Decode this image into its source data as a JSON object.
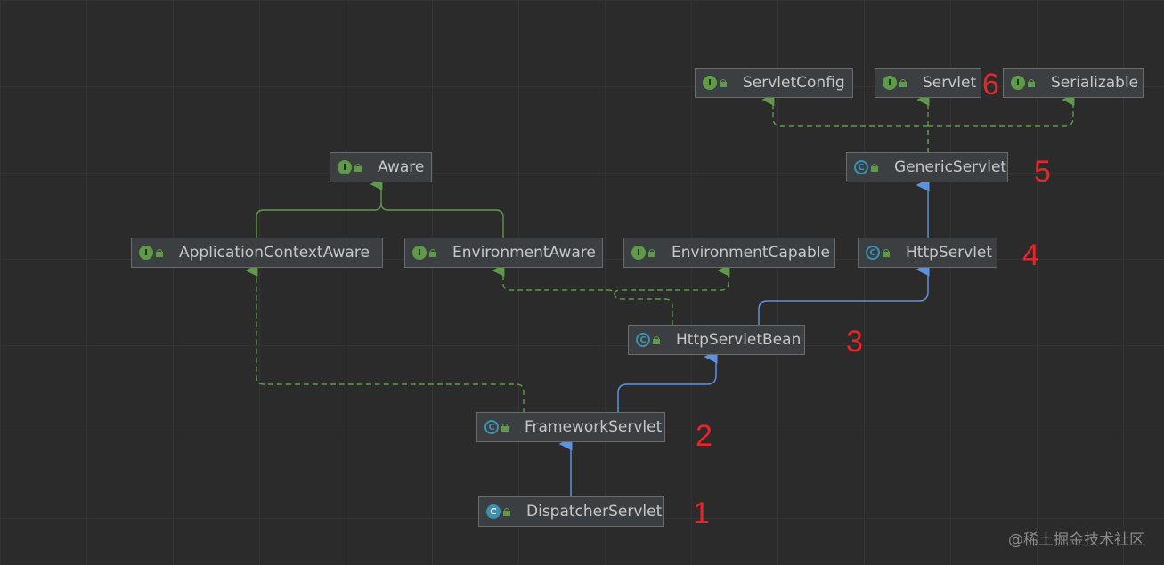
{
  "nodes": [
    {
      "id": "servlet-config",
      "label": "ServletConfig",
      "kind": "interface"
    },
    {
      "id": "servlet",
      "label": "Servlet",
      "kind": "interface"
    },
    {
      "id": "serializable",
      "label": "Serializable",
      "kind": "interface"
    },
    {
      "id": "generic-servlet",
      "label": "GenericServlet",
      "kind": "abstract-class"
    },
    {
      "id": "aware",
      "label": "Aware",
      "kind": "interface"
    },
    {
      "id": "application-context-aware",
      "label": "ApplicationContextAware",
      "kind": "interface"
    },
    {
      "id": "environment-aware",
      "label": "EnvironmentAware",
      "kind": "interface"
    },
    {
      "id": "environment-capable",
      "label": "EnvironmentCapable",
      "kind": "interface"
    },
    {
      "id": "http-servlet",
      "label": "HttpServlet",
      "kind": "abstract-class"
    },
    {
      "id": "http-servlet-bean",
      "label": "HttpServletBean",
      "kind": "abstract-class"
    },
    {
      "id": "framework-servlet",
      "label": "FrameworkServlet",
      "kind": "abstract-class"
    },
    {
      "id": "dispatcher-servlet",
      "label": "DispatcherServlet",
      "kind": "class"
    }
  ],
  "annotations": [
    {
      "for": "dispatcher-servlet",
      "text": "1"
    },
    {
      "for": "framework-servlet",
      "text": "2"
    },
    {
      "for": "http-servlet-bean",
      "text": "3"
    },
    {
      "for": "http-servlet",
      "text": "4"
    },
    {
      "for": "generic-servlet",
      "text": "5"
    },
    {
      "for": "servlet",
      "text": "6"
    }
  ],
  "edges": [
    {
      "from": "dispatcher-servlet",
      "to": "framework-servlet",
      "type": "extends"
    },
    {
      "from": "framework-servlet",
      "to": "http-servlet-bean",
      "type": "extends"
    },
    {
      "from": "framework-servlet",
      "to": "application-context-aware",
      "type": "implements"
    },
    {
      "from": "http-servlet-bean",
      "to": "http-servlet",
      "type": "extends"
    },
    {
      "from": "http-servlet-bean",
      "to": "environment-aware",
      "type": "implements"
    },
    {
      "from": "http-servlet-bean",
      "to": "environment-capable",
      "type": "implements"
    },
    {
      "from": "http-servlet",
      "to": "generic-servlet",
      "type": "extends"
    },
    {
      "from": "generic-servlet",
      "to": "servlet-config",
      "type": "implements"
    },
    {
      "from": "generic-servlet",
      "to": "servlet",
      "type": "implements"
    },
    {
      "from": "generic-servlet",
      "to": "serializable",
      "type": "implements"
    },
    {
      "from": "application-context-aware",
      "to": "aware",
      "type": "extends-interface"
    },
    {
      "from": "environment-aware",
      "to": "aware",
      "type": "extends-interface"
    }
  ],
  "icon_letters": {
    "interface": "I",
    "abstract-class": "C",
    "class": "C"
  },
  "colors": {
    "background": "#2b2b2b",
    "extends": "#5b93e0",
    "implements": "#5f9a4b",
    "annotation": "#e8262a"
  },
  "watermark": "@稀土掘金技术社区"
}
